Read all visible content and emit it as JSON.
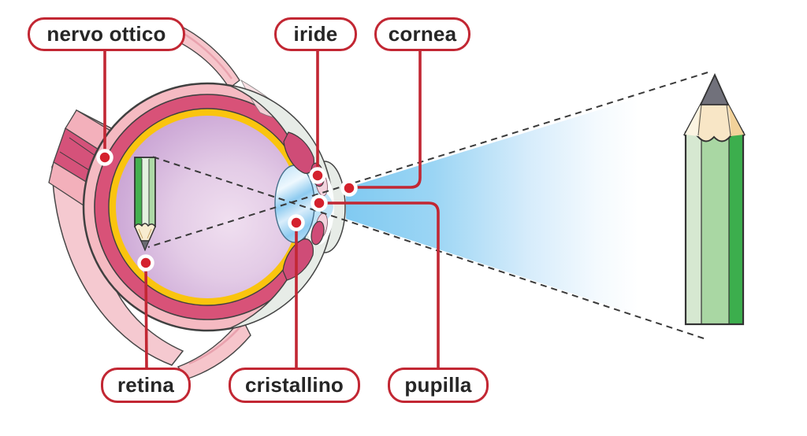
{
  "diagram": {
    "subject": "sezione dell'occhio umano con formazione dell'immagine capovolta sulla retina",
    "labels": [
      {
        "id": "nervo-ottico",
        "text": "nervo ottico"
      },
      {
        "id": "iride",
        "text": "iride"
      },
      {
        "id": "cornea",
        "text": "cornea"
      },
      {
        "id": "retina",
        "text": "retina"
      },
      {
        "id": "cristallino",
        "text": "cristallino"
      },
      {
        "id": "pupilla",
        "text": "pupilla"
      }
    ],
    "objects": [
      {
        "id": "pencil",
        "description": "matita verde sorgente dell'immagine"
      },
      {
        "id": "pencil-retinal-image",
        "description": "immagine della matita capovolta sulla retina"
      },
      {
        "id": "light-cone",
        "description": "cono di luce azzurro dalla matita alla pupilla"
      }
    ],
    "colors": {
      "accent_red": "#c22733",
      "dot_red": "#d4212d",
      "sclera_pink": "#f5bac2",
      "choroid_raspberry": "#d85278",
      "retina_yellow": "#fac40e",
      "vitreous_purple": "#c7a0d2",
      "lens_blue": "#9ed3f2",
      "light_cone_blue": "#7ec9f1",
      "cornea_gray": "#e7ece7",
      "muscle_pink": "#f6c5cb",
      "pencil_green_dark": "#3cae4d",
      "pencil_green_mid": "#a9d7a3",
      "pencil_green_light": "#d6e8d1",
      "wood_cream": "#f8e6c6",
      "graphite_gray": "#71717b"
    }
  }
}
